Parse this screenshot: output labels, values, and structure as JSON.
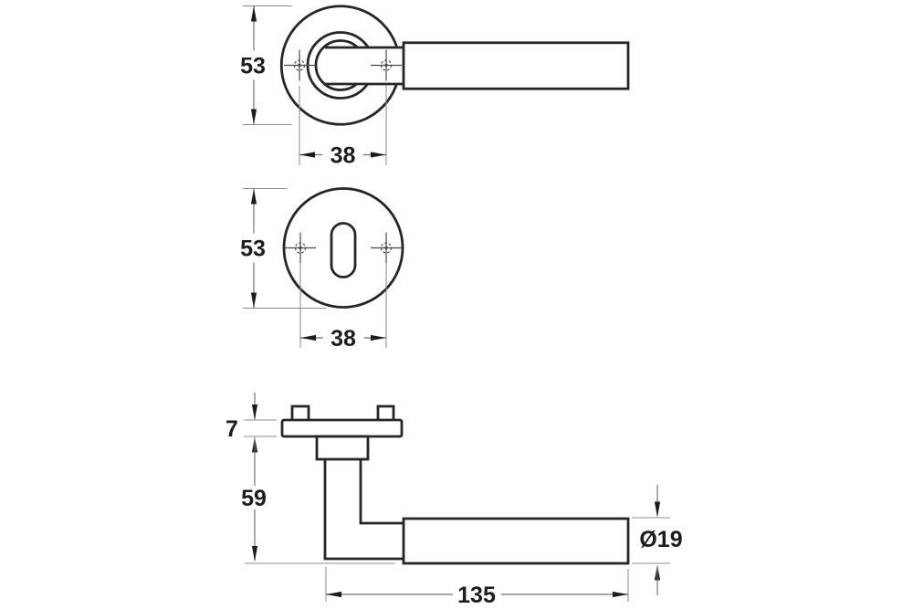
{
  "drawing": {
    "type": "technical-dimension-drawing",
    "subject": "Door lever handle with round rose and keyhole escutcheon",
    "views": {
      "lever_front": {
        "rose_diameter": "53",
        "screw_spacing": "38"
      },
      "escutcheon": {
        "diameter": "53",
        "screw_spacing": "38"
      },
      "lever_side": {
        "rose_thickness": "7",
        "projection": "59",
        "length": "135",
        "grip_diameter": "Ø19"
      }
    },
    "colors": {
      "background": "#ffffff",
      "outline": "#262626",
      "dimension_lines": "#6f6f6f",
      "labels": "#1d1d1d"
    }
  }
}
